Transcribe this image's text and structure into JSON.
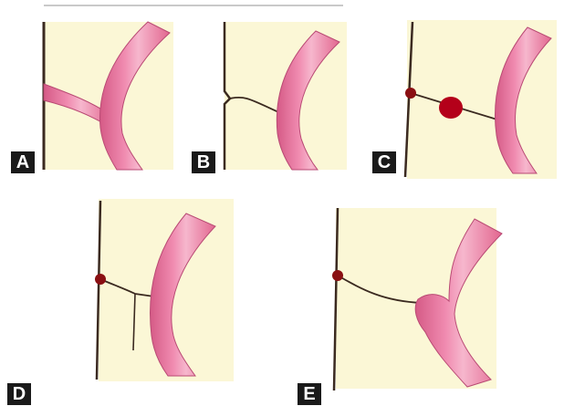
{
  "panels": [
    {
      "label": "A"
    },
    {
      "label": "B"
    },
    {
      "label": "C"
    },
    {
      "label": "D"
    },
    {
      "label": "E"
    }
  ],
  "colors": {
    "background": "#ffffff",
    "panel_fill": "#fbf7d6",
    "vessel_fill": "#e8709a",
    "vessel_highlight": "#f6b7cd",
    "vessel_edge": "#b94a74",
    "wall_line": "#3b2a20",
    "dot": "#8a0f12",
    "clot": "#b4001a"
  }
}
